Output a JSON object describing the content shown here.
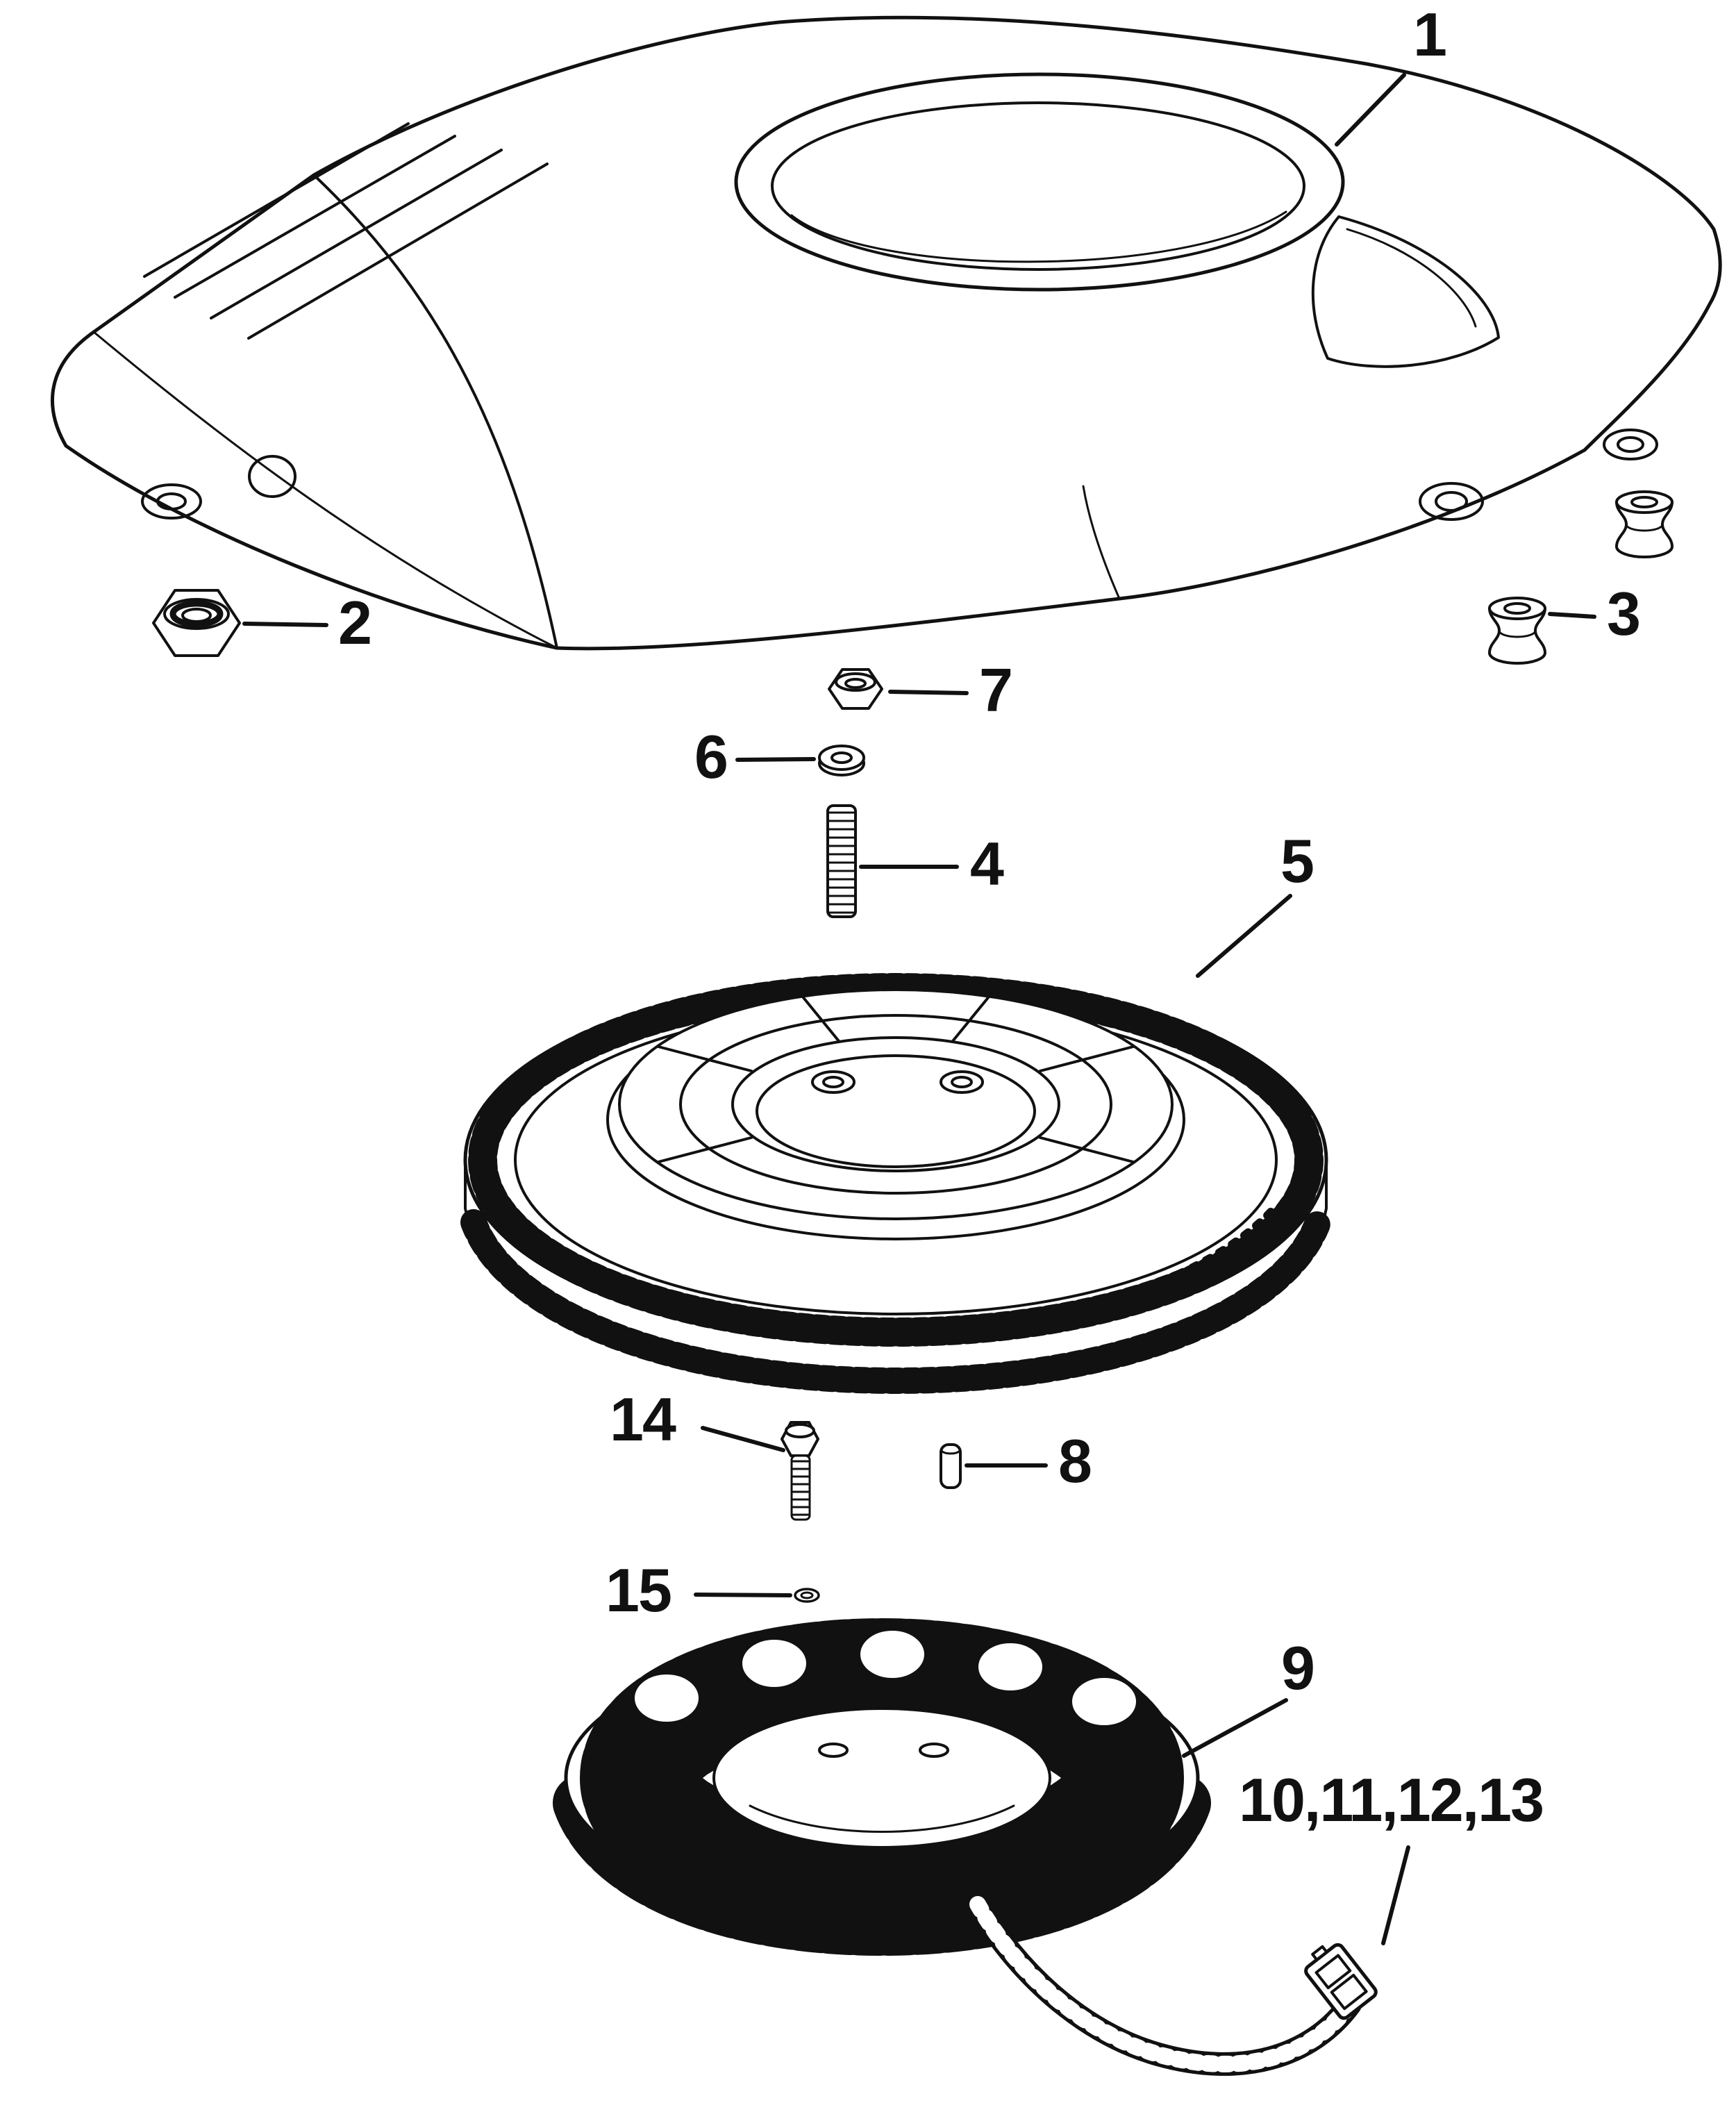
{
  "diagram": {
    "type": "exploded-parts-diagram",
    "colors": {
      "line": "#111111",
      "background": "#ffffff"
    },
    "callouts": [
      {
        "label": "1",
        "part": "engine-cover"
      },
      {
        "label": "2",
        "part": "locknut"
      },
      {
        "label": "3",
        "part": "rubber-mount"
      },
      {
        "label": "4",
        "part": "threaded-stud"
      },
      {
        "label": "5",
        "part": "flywheel-ring-gear"
      },
      {
        "label": "6",
        "part": "flat-washer"
      },
      {
        "label": "7",
        "part": "hex-nut"
      },
      {
        "label": "8",
        "part": "dowel-pin"
      },
      {
        "label": "9",
        "part": "stator"
      },
      {
        "label": "10,11,12,13",
        "part": "stator-connector-cable"
      },
      {
        "label": "14",
        "part": "screw"
      },
      {
        "label": "15",
        "part": "small-washer"
      }
    ]
  }
}
